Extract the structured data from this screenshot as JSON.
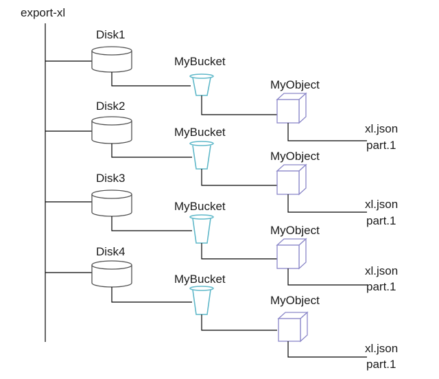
{
  "root": {
    "label": "export-xl"
  },
  "disks": [
    {
      "label": "Disk1",
      "bucket": {
        "label": "MyBucket"
      },
      "object": {
        "label": "MyObject",
        "files": [
          "xl.json",
          "part.1"
        ]
      }
    },
    {
      "label": "Disk2",
      "bucket": {
        "label": "MyBucket"
      },
      "object": {
        "label": "MyObject",
        "files": [
          "xl.json",
          "part.1"
        ]
      }
    },
    {
      "label": "Disk3",
      "bucket": {
        "label": "MyBucket"
      },
      "object": {
        "label": "MyObject",
        "files": [
          "xl.json",
          "part.1"
        ]
      }
    },
    {
      "label": "Disk4",
      "bucket": {
        "label": "MyBucket"
      },
      "object": {
        "label": "MyObject",
        "files": [
          "xl.json",
          "part.1"
        ]
      }
    }
  ],
  "colors": {
    "disk_stroke": "#4d4d4d",
    "bucket_stroke": "#5fb8c9",
    "cube_stroke": "#8a86c8",
    "line": "#000000"
  },
  "icons": {
    "disk": "disk-cylinder-icon",
    "bucket": "bucket-icon",
    "object": "object-cube-icon"
  }
}
